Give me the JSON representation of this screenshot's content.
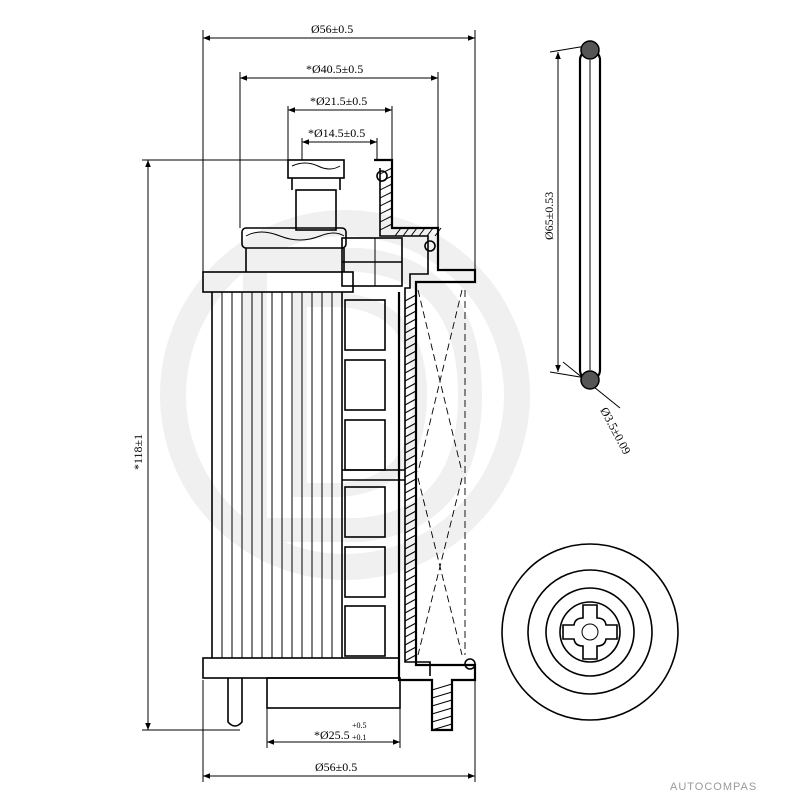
{
  "dimensions": {
    "top_outer": "Ø56±0.5",
    "d40": "*Ø40.5±0.5",
    "d21": "*Ø21.5±0.5",
    "d14": "*Ø14.5±0.5",
    "bottom_inner_main": "*Ø25.5",
    "bottom_inner_tol_upper": "+0.5",
    "bottom_inner_tol_lower": "+0.1",
    "bottom_outer": "Ø56±0.5",
    "height": "*118±1",
    "oring_diameter": "Ø65±0.53",
    "oring_section": "Ø3.5±0.09"
  },
  "watermark": {
    "brand": "AUTOCOMPAS",
    "color": "#e4e4e4"
  }
}
